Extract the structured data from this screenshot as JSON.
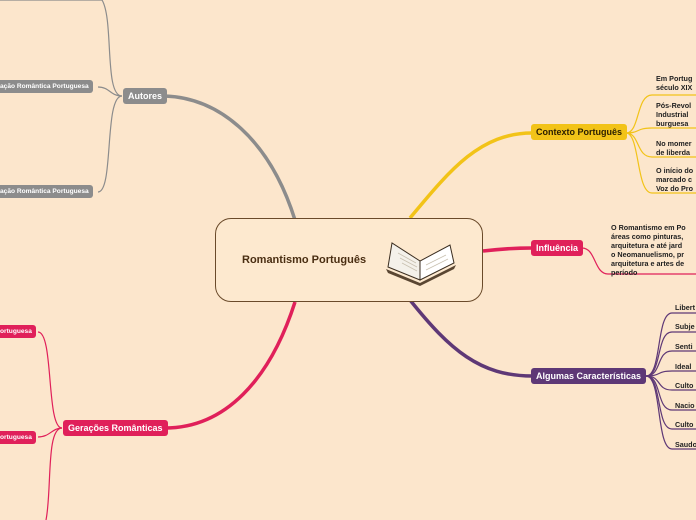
{
  "central": {
    "title": "Romantismo Português",
    "icon": "book-icon"
  },
  "colors": {
    "background": "#fce6cc",
    "autores": "#8c8c8c",
    "contexto": "#f2c318",
    "influencia": "#e0205a",
    "caracteristicas": "#5e3876",
    "geracoes": "#e0205a"
  },
  "branches": {
    "autores": {
      "label": "Autores",
      "children": [
        "ação Romântica Portuguesa",
        "ação Romântica Portuguesa"
      ]
    },
    "contexto": {
      "label": "Contexto Português",
      "children": [
        "Em Portug\nséculo XIX",
        "Pós-Revol\nIndustrial\nburguesa",
        "No momer\nde liberda",
        "O início do\nmarcado c\nVoz do Pro"
      ]
    },
    "influencia": {
      "label": "Influência",
      "text": "O Romantismo em Po\náreas como pinturas,\narquitetura e até jard\no Neomanuelismo, pr\narquitetura e artes de\nperíodo"
    },
    "caracteristicas": {
      "label": "Algumas Características",
      "children": [
        "Libert",
        "Subje",
        "Senti",
        "Ideal",
        "Culto",
        "Nacio",
        "Culto",
        "Saudo"
      ]
    },
    "geracoes": {
      "label": "Gerações Românticas",
      "children": [
        "ortuguesa",
        "ortuguesa"
      ]
    }
  }
}
